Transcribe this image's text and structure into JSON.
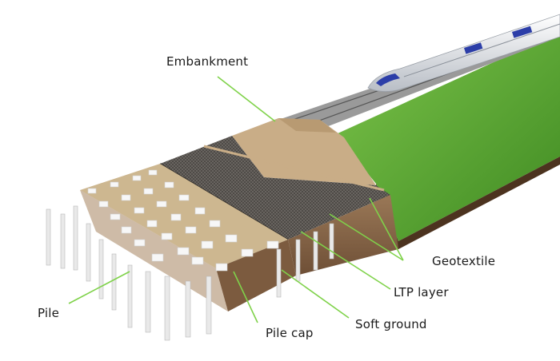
{
  "labels": {
    "embankment": "Embankment",
    "geotextile": "Geotextile",
    "ltp_layer": "LTP layer",
    "soft_ground": "Soft ground",
    "pile_cap": "Pile cap",
    "pile": "Pile"
  },
  "colors": {
    "grass": "#5aa832",
    "grass_dark": "#3f8a22",
    "soil_side": "#6a4b33",
    "embankment_fill": "#c9ad87",
    "ltp_mesh": "#5a5650",
    "soft_ground_top": "#cdb790",
    "soft_ground_front": "#8d6b4c",
    "pile": "#e9e9e9",
    "pile_cap": "#f7f7f7",
    "leader_line": "#7fd24a",
    "train_body": "#e6e8ec",
    "train_stripe": "#2c3ea8"
  },
  "icons": {
    "train": "high-speed-train-icon"
  }
}
